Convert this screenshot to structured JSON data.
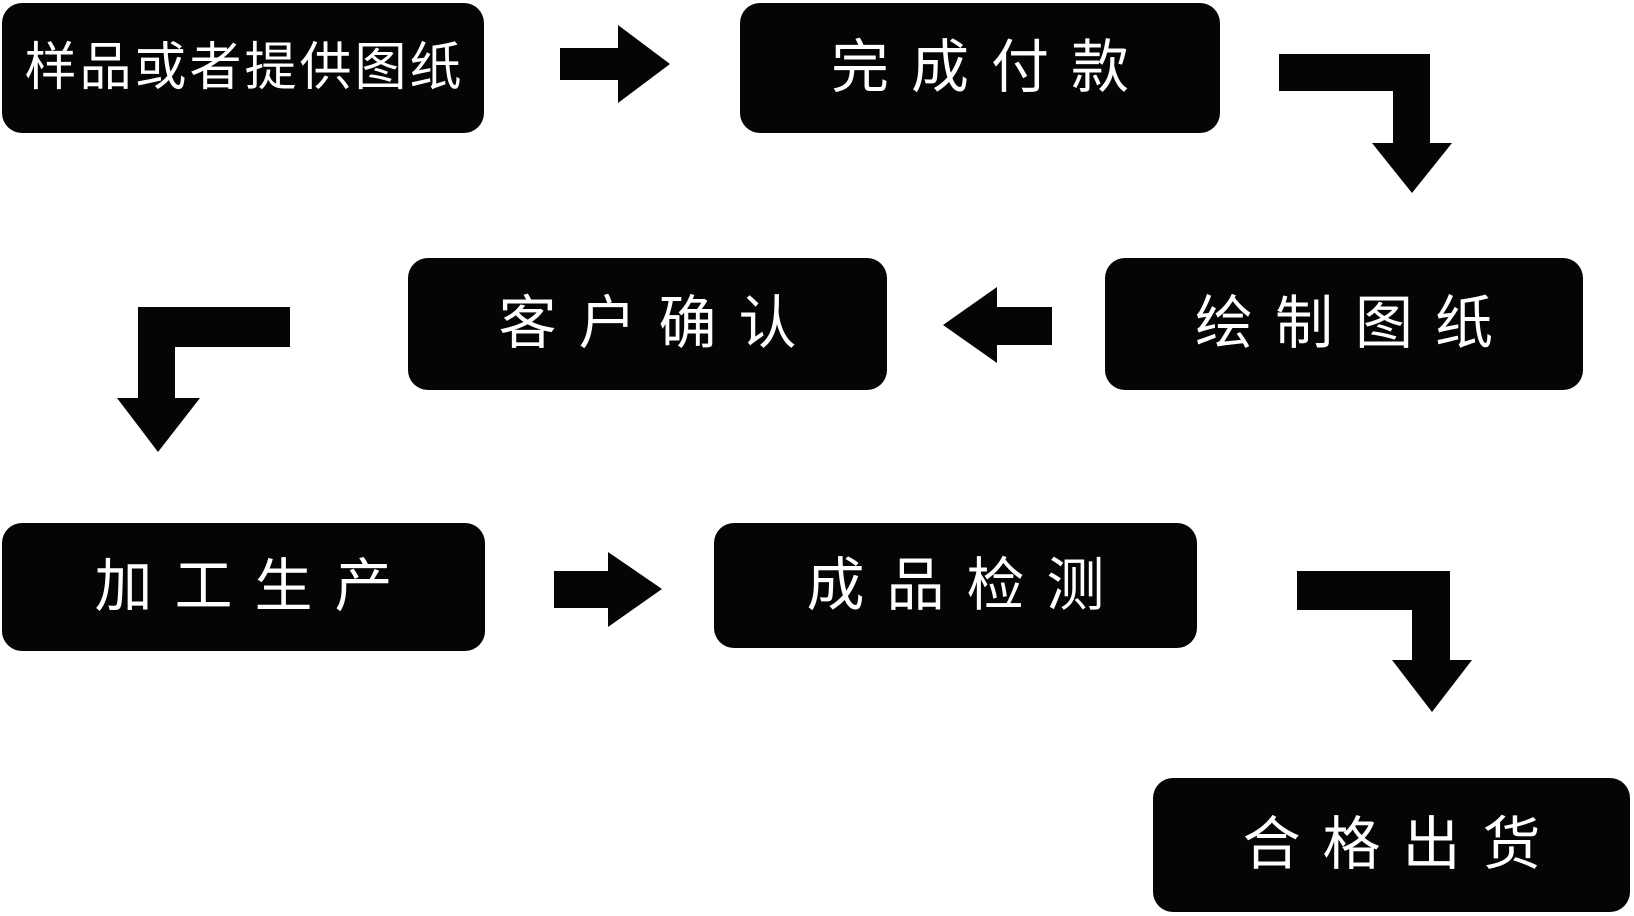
{
  "colors": {
    "background": "#ffffff",
    "node_fill": "#050505",
    "node_text": "#ffffff",
    "arrow_fill": "#050505"
  },
  "flowchart": {
    "title": "production-process-flow",
    "nodes": [
      {
        "id": "sample",
        "label": "样品或者提供图纸"
      },
      {
        "id": "payment",
        "label": "完成付款"
      },
      {
        "id": "confirm",
        "label": "客户确认"
      },
      {
        "id": "draw",
        "label": "绘制图纸"
      },
      {
        "id": "production",
        "label": "加工生产"
      },
      {
        "id": "inspect",
        "label": "成品检测"
      },
      {
        "id": "ship",
        "label": "合格出货"
      }
    ],
    "edges": [
      {
        "from": "样品或者提供图纸",
        "to": "完成付款",
        "shape": "straight-right"
      },
      {
        "from": "完成付款",
        "to": "绘制图纸",
        "shape": "elbow-right-then-down"
      },
      {
        "from": "绘制图纸",
        "to": "客户确认",
        "shape": "straight-left"
      },
      {
        "from": "客户确认",
        "to": "加工生产",
        "shape": "elbow-left-then-down"
      },
      {
        "from": "加工生产",
        "to": "成品检测",
        "shape": "straight-right"
      },
      {
        "from": "成品检测",
        "to": "合格出货",
        "shape": "elbow-right-then-down"
      }
    ]
  }
}
